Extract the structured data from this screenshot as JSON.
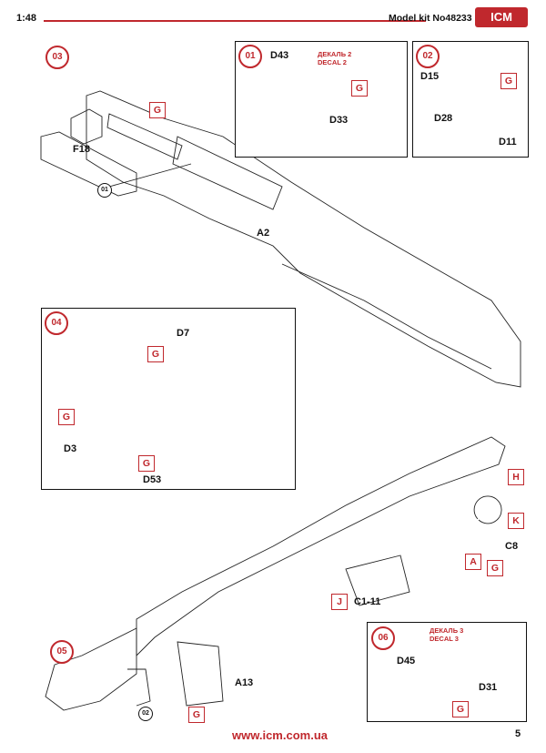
{
  "header": {
    "scale": "1:48",
    "model_kit": "Model kit No48233",
    "logo": "ICM"
  },
  "steps": {
    "s01": "01",
    "s02": "02",
    "s03": "03",
    "s04": "04",
    "s05": "05",
    "s06": "06"
  },
  "parts": {
    "D43": "D43",
    "D33": "D33",
    "D15": "D15",
    "D28": "D28",
    "D11": "D11",
    "F18": "F18",
    "A2": "A2",
    "D7": "D7",
    "D3": "D3",
    "D53": "D53",
    "C8": "C8",
    "C1_11": "C1-11",
    "A13": "A13",
    "D45": "D45",
    "D31": "D31"
  },
  "subassembly_refs": {
    "r01": "01",
    "r02": "02"
  },
  "color_codes": {
    "G": "G",
    "H": "H",
    "K": "K",
    "A": "A",
    "J": "J"
  },
  "decals": {
    "d2_ru": "ДЕКАЛЬ 2",
    "d2_en": "DECAL 2",
    "d3_ru": "ДЕКАЛЬ 3",
    "d3_en": "DECAL 3"
  },
  "footer": {
    "url": "www.icm.com.ua",
    "page": "5"
  },
  "colors": {
    "accent": "#c0282d"
  }
}
